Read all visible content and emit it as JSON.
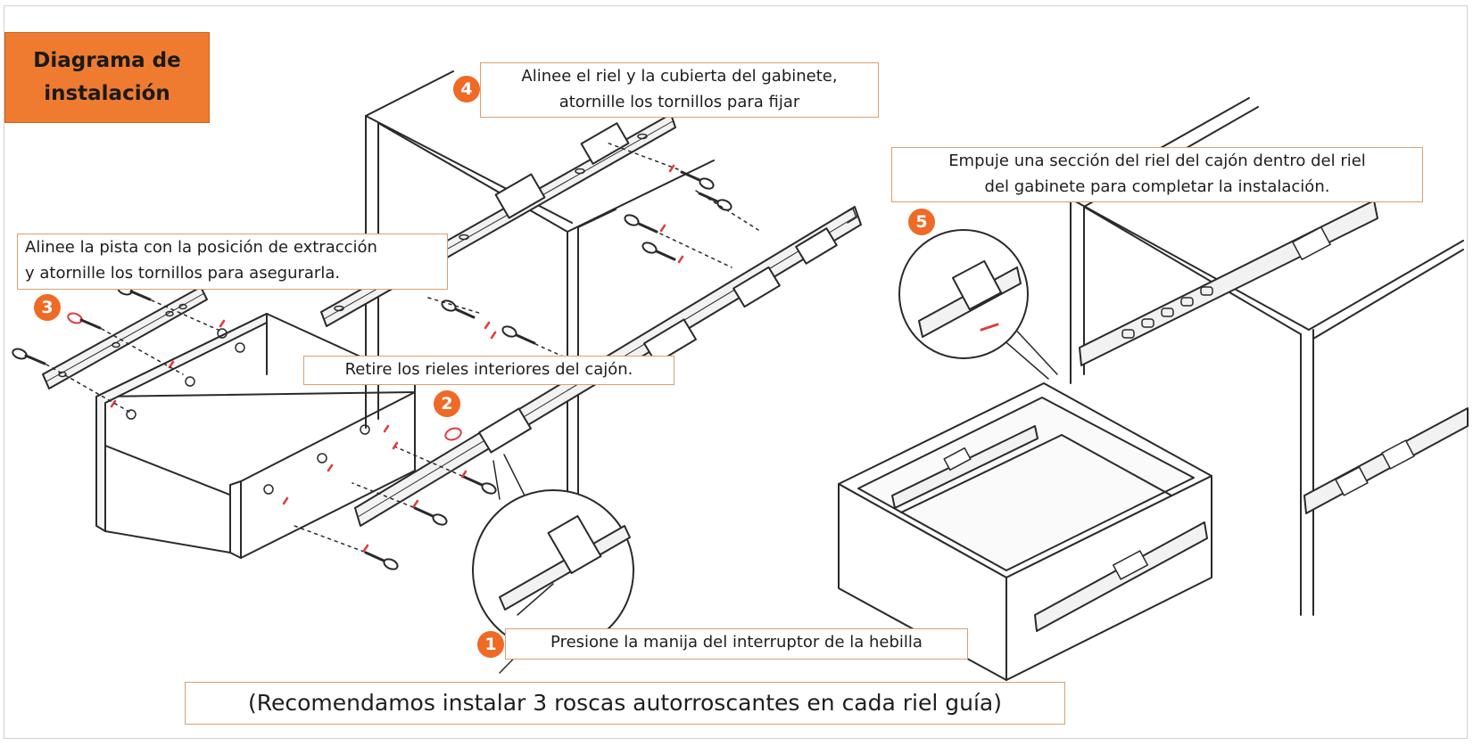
{
  "title": "Diagrama de\ninstalación",
  "steps": {
    "s1": {
      "num": "1",
      "text": "Presione la manija del interruptor de la hebilla"
    },
    "s2": {
      "num": "2",
      "text": "Retire los rieles interiores del cajón."
    },
    "s3": {
      "num": "3",
      "text": "Alinee la pista con la posición de extracción\ny atornille los tornillos para asegurarla."
    },
    "s4": {
      "num": "4",
      "text": "Alinee el riel y la cubierta del gabinete,\natornille los tornillos para fijar"
    },
    "s5": {
      "num": "5",
      "text": "Empuje una sección del riel del cajón dentro del riel\ndel gabinete para completar la instalación."
    }
  },
  "footer": "(Recomendamos instalar 3 roscas autorroscantes en cada riel guía)",
  "colors": {
    "accent": "#ee7b30",
    "marker": "#ee6a25",
    "screw_tip": "#e23b3b",
    "line": "#2a2a2a"
  },
  "icons": [
    "screw-icon",
    "drawer-slide-rail-icon",
    "cabinet-outline",
    "drawer-box-outline",
    "magnifier-callout"
  ]
}
